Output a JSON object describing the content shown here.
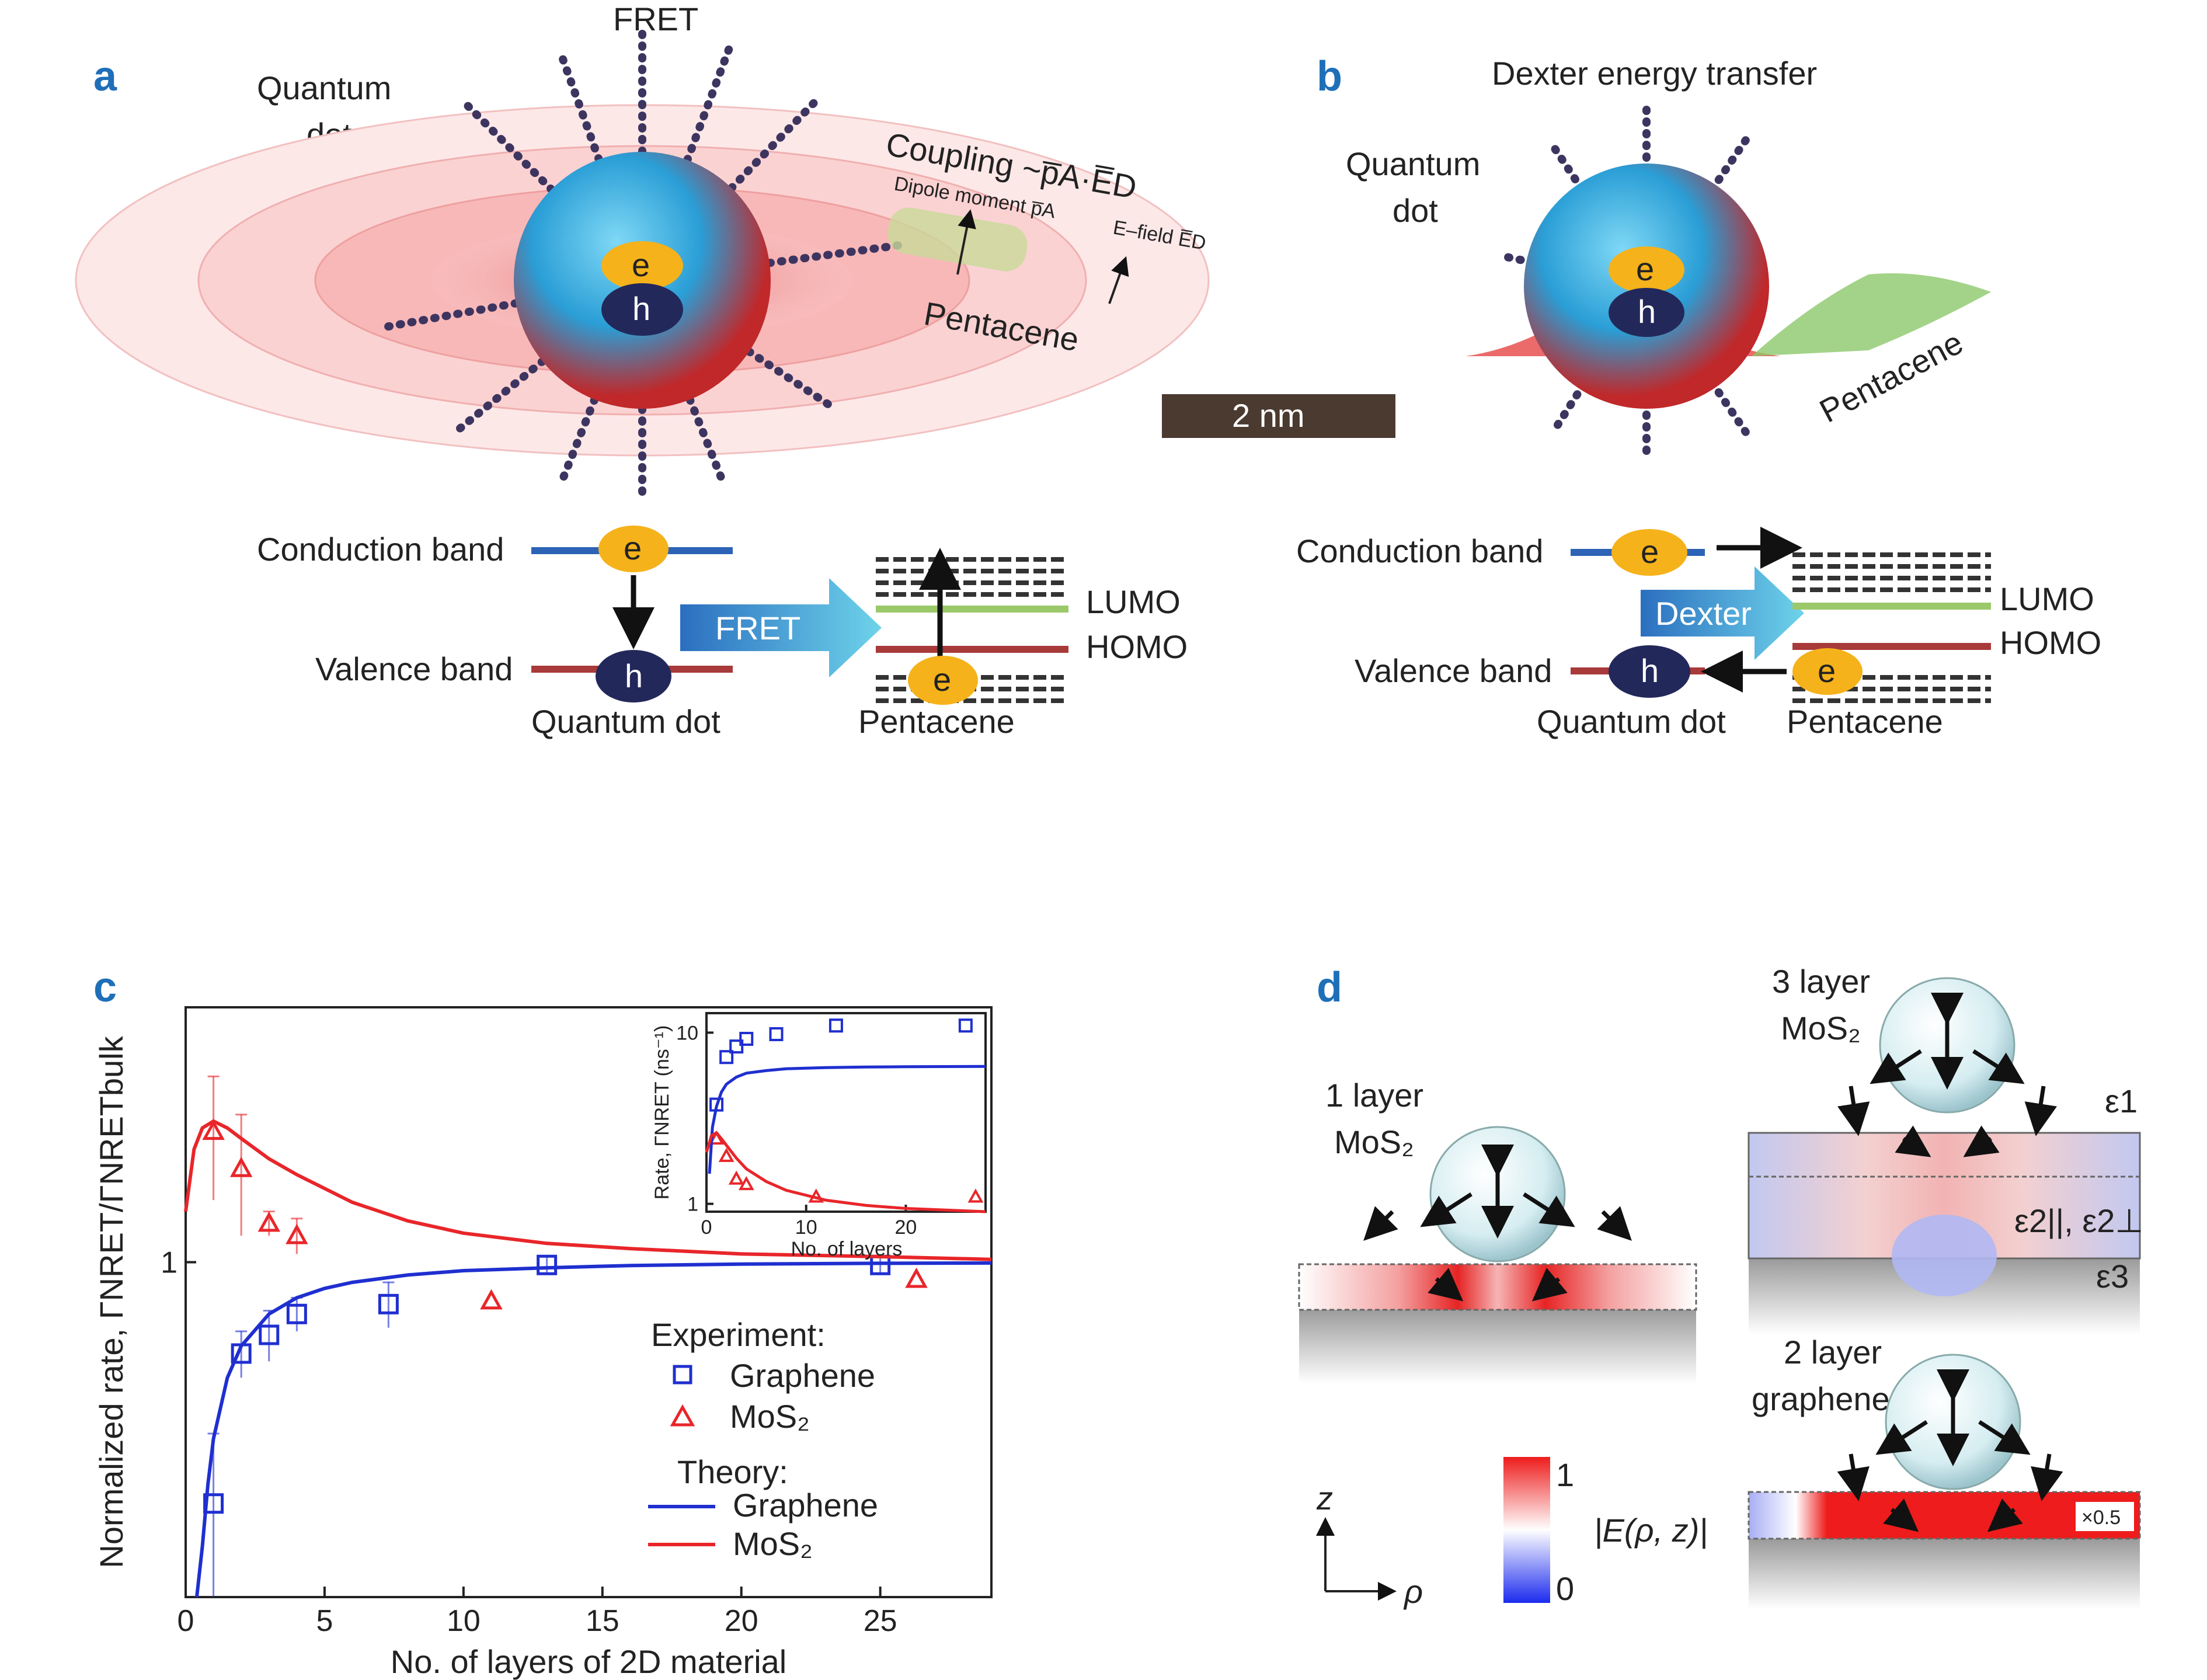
{
  "panels": {
    "a": {
      "label": "a",
      "fret_top": "FRET",
      "quantum_dot_line1": "Quantum",
      "quantum_dot_line2": "dot",
      "coupling": "Coupling ~p̅A·E̅D",
      "dipole": "Dipole moment p̅A",
      "efield": "E–field E̅D",
      "pentacene": "Pentacene",
      "e": "e",
      "h": "h",
      "scalebar": "2 nm",
      "conduction_band": "Conduction band",
      "valence_band": "Valence band",
      "quantum_dot_bottom": "Quantum dot",
      "fret_arrow": "FRET",
      "lumo": "LUMO",
      "homo": "HOMO",
      "pentacene_bottom": "Pentacene"
    },
    "b": {
      "label": "b",
      "title": "Dexter energy transfer",
      "quantum_dot_line1": "Quantum",
      "quantum_dot_line2": "dot",
      "pentacene": "Pentacene",
      "e": "e",
      "h": "h",
      "conduction_band": "Conduction band",
      "valence_band": "Valence band",
      "quantum_dot_bottom": "Quantum dot",
      "dexter_arrow": "Dexter",
      "lumo": "LUMO",
      "homo": "HOMO",
      "pentacene_bottom": "Pentacene"
    },
    "c": {
      "label": "c",
      "legend": {
        "experiment": "Experiment:",
        "graphene": "Graphene",
        "mos2": "MoS₂",
        "theory": "Theory:",
        "graphene_line": "Graphene",
        "mos2_line": "MoS₂"
      },
      "colors": {
        "graphene": "#1f2fd0",
        "mos2": "#e8262a"
      }
    },
    "d": {
      "label": "d",
      "one_layer_line1": "1 layer",
      "one_layer_line2": "MoS₂",
      "three_layer_line1": "3 layer",
      "three_layer_line2": "MoS₂",
      "two_layer_line1": "2 layer",
      "two_layer_line2": "graphene",
      "eps1": "ε1",
      "eps2": "ε2||, ε2⊥",
      "eps3": "ε3",
      "colorbar_max": "1",
      "colorbar_min": "0",
      "colorbar_label": "|E(ρ, z)|",
      "axis_z": "z",
      "axis_rho": "ρ",
      "scale_factor": "×0.5"
    }
  },
  "chart_data": [
    {
      "type": "scatter",
      "xlabel": "No. of layers of 2D material",
      "ylabel": "Normalized rate, ΓNRET/ΓNRETbulk",
      "xlim": [
        0,
        29
      ],
      "ylog": true,
      "ylim": [
        0.3,
        2.5
      ],
      "xticks": [
        0,
        5,
        10,
        15,
        20,
        25
      ],
      "yticks": [
        1
      ],
      "series": [
        {
          "name": "Graphene",
          "kind": "experiment",
          "marker": "square",
          "x": [
            1,
            2,
            3,
            4,
            7.3,
            13,
            25
          ],
          "y": [
            0.42,
            0.72,
            0.77,
            0.83,
            0.86,
            0.99,
            0.99
          ],
          "err": [
            0.12,
            0.06,
            0.07,
            0.05,
            0.07,
            0.03,
            0.03
          ]
        },
        {
          "name": "MoS₂",
          "kind": "experiment",
          "marker": "triangle",
          "x": [
            1,
            2,
            3,
            4,
            11,
            26.3
          ],
          "y": [
            1.6,
            1.4,
            1.15,
            1.1,
            0.87,
            0.94
          ],
          "err": [
            0.35,
            0.3,
            0.05,
            0.07,
            0,
            0
          ]
        },
        {
          "name": "Graphene",
          "kind": "theory",
          "x": [
            0.4,
            0.6,
            0.8,
            1,
            1.5,
            2,
            3,
            4,
            5,
            6,
            8,
            10,
            13,
            16,
            20,
            25,
            29
          ],
          "y": [
            0.3,
            0.36,
            0.45,
            0.53,
            0.66,
            0.74,
            0.83,
            0.88,
            0.91,
            0.93,
            0.955,
            0.97,
            0.98,
            0.988,
            0.993,
            0.996,
            0.997
          ]
        },
        {
          "name": "MoS₂",
          "kind": "theory",
          "x": [
            0,
            0.3,
            0.6,
            1,
            1.5,
            2,
            3,
            4,
            6,
            8,
            10,
            13,
            16,
            20,
            25,
            29
          ],
          "y": [
            1.2,
            1.5,
            1.62,
            1.66,
            1.62,
            1.56,
            1.45,
            1.37,
            1.24,
            1.16,
            1.11,
            1.07,
            1.05,
            1.03,
            1.02,
            1.01
          ]
        }
      ]
    },
    {
      "type": "scatter",
      "xlabel": "No. of layers",
      "ylabel": "Rate, ΓNRET (ns⁻¹)",
      "xlim": [
        0,
        28
      ],
      "ylog": true,
      "ylim": [
        0.9,
        13
      ],
      "xticks": [
        0,
        10,
        20
      ],
      "yticks": [
        1,
        10
      ],
      "series": [
        {
          "name": "Graphene",
          "kind": "experiment",
          "marker": "square",
          "x": [
            1,
            2,
            3,
            4,
            7,
            13,
            26
          ],
          "y": [
            3.8,
            7.2,
            8.3,
            9.2,
            9.8,
            11,
            11
          ]
        },
        {
          "name": "MoS₂",
          "kind": "experiment",
          "marker": "triangle",
          "x": [
            1,
            2,
            3,
            4,
            11,
            27
          ],
          "y": [
            2.4,
            1.9,
            1.4,
            1.3,
            1.1,
            1.1
          ]
        },
        {
          "name": "Graphene",
          "kind": "theory",
          "x": [
            0.3,
            0.6,
            1,
            1.5,
            2,
            3,
            4,
            6,
            8,
            12,
            16,
            20,
            28
          ],
          "y": [
            1.5,
            2.8,
            3.7,
            4.5,
            5.0,
            5.5,
            5.8,
            6.0,
            6.15,
            6.25,
            6.3,
            6.32,
            6.35
          ]
        },
        {
          "name": "MoS₂",
          "kind": "theory",
          "x": [
            0,
            0.5,
            1,
            1.5,
            2,
            3,
            4,
            6,
            8,
            12,
            16,
            20,
            28
          ],
          "y": [
            2.0,
            2.5,
            2.6,
            2.4,
            2.2,
            1.85,
            1.6,
            1.35,
            1.2,
            1.05,
            0.98,
            0.94,
            0.9
          ]
        }
      ]
    }
  ]
}
